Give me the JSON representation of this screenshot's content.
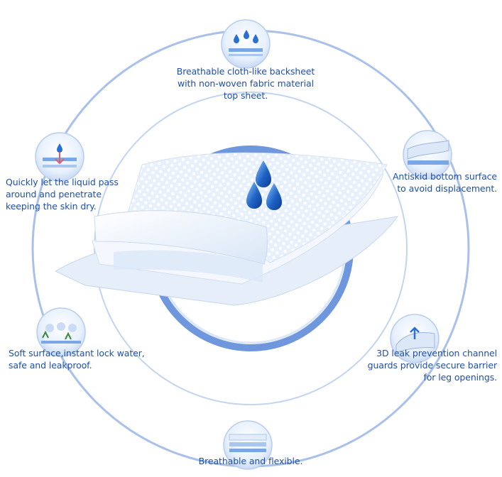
{
  "features": {
    "top": {
      "icon": "water-drops-icon",
      "lines": [
        "Breathable cloth-like backsheet",
        "with non-woven fabric material",
        "top sheet."
      ]
    },
    "left_upper": {
      "icon": "liquid-pass-icon",
      "lines": [
        "Quickly let the liquid pass",
        "around and penetrate",
        "keeping the skin dry."
      ]
    },
    "right_upper": {
      "icon": "antiskid-layer-icon",
      "lines": [
        "Antiskid bottom surface",
        "to avoid displacement."
      ]
    },
    "left_lower": {
      "icon": "soft-surface-icon",
      "lines": [
        "Soft surface,instant lock water,",
        "safe and leakproof."
      ]
    },
    "right_lower": {
      "icon": "leak-guard-icon",
      "lines": [
        "3D leak prevention channel",
        "guards provide secure barrier",
        "for leg openings."
      ]
    },
    "bottom": {
      "icon": "breathable-layer-icon",
      "lines": [
        "Breathable and flexible."
      ]
    }
  },
  "colors": {
    "accent": "#1f4fa8",
    "ring": "#9bb6e3",
    "inner_ring": "#5b86d8",
    "drop": "#1e63c4"
  }
}
